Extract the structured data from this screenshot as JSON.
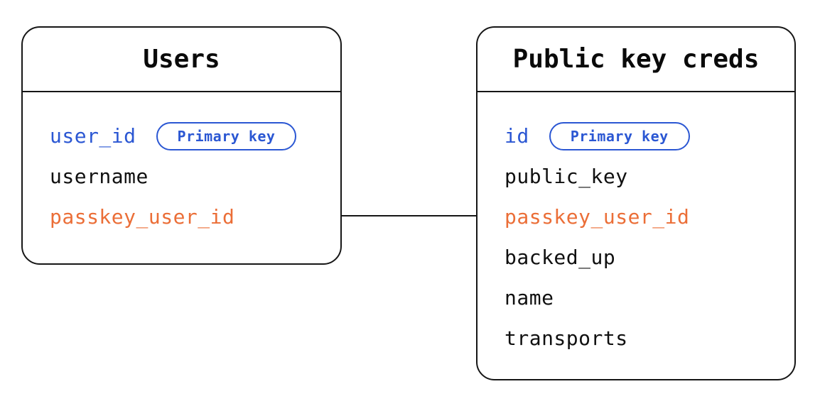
{
  "diagram": {
    "tables": [
      {
        "title": "Users",
        "fields": [
          {
            "name": "user_id",
            "color": "blue",
            "badge": "Primary key"
          },
          {
            "name": "username",
            "color": "default"
          },
          {
            "name": "passkey_user_id",
            "color": "orange"
          }
        ]
      },
      {
        "title": "Public key creds",
        "fields": [
          {
            "name": "id",
            "color": "blue",
            "badge": "Primary key"
          },
          {
            "name": "public_key",
            "color": "default"
          },
          {
            "name": "passkey_user_id",
            "color": "orange"
          },
          {
            "name": "backed_up",
            "color": "default"
          },
          {
            "name": "name",
            "color": "default"
          },
          {
            "name": "transports",
            "color": "default"
          }
        ]
      }
    ],
    "relationship": {
      "from_table": "Users",
      "from_field": "passkey_user_id",
      "to_table": "Public key creds",
      "to_field": "passkey_user_id"
    },
    "colors": {
      "primary_key_blue": "#2B57D3",
      "highlight_orange": "#EB6E37",
      "line_black": "#161616"
    }
  }
}
